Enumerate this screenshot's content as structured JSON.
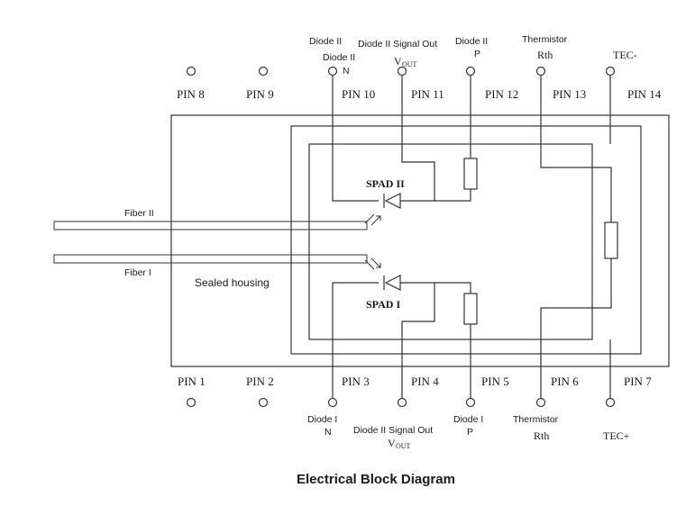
{
  "diagram": {
    "caption": "Electrical Block Diagram",
    "housing_label": "Sealed housing",
    "fibers": {
      "fiber2": "Fiber II",
      "fiber1": "Fiber I"
    },
    "spads": {
      "spad2": "SPAD II",
      "spad1": "SPAD I"
    },
    "top_pins": {
      "pin8": "PIN 8",
      "pin9": "PIN 9",
      "pin10": "PIN 10",
      "pin11": "PIN 11",
      "pin12": "PIN 12",
      "pin13": "PIN 13",
      "pin14": "PIN 14"
    },
    "bottom_pins": {
      "pin1": "PIN 1",
      "pin2": "PIN 2",
      "pin3": "PIN 3",
      "pin4": "PIN 4",
      "pin5": "PIN 5",
      "pin6": "PIN 6",
      "pin7": "PIN 7"
    },
    "top_labels": {
      "diode2_top": "Diode II",
      "diode2n_line1": "Diode II",
      "diode2n_line2": "N",
      "signal_out": "Diode II Signal Out",
      "vout_main": "V",
      "vout_sub": "OUT",
      "diode2p_line1": "Diode II",
      "diode2p_line2": "P",
      "thermistor": "Thermistor",
      "rth": "Rth",
      "tec_minus": "TEC-"
    },
    "bottom_labels": {
      "diode1n_line1": "Diode I",
      "diode1n_line2": "N",
      "signal_out": "Diode II Signal Out",
      "vout_main": "V",
      "vout_sub": "OUT",
      "diode1p_line1": "Diode I",
      "diode1p_line2": "P",
      "thermistor": "Thermistor",
      "rth": "Rth",
      "tec_plus": "TEC+"
    }
  }
}
